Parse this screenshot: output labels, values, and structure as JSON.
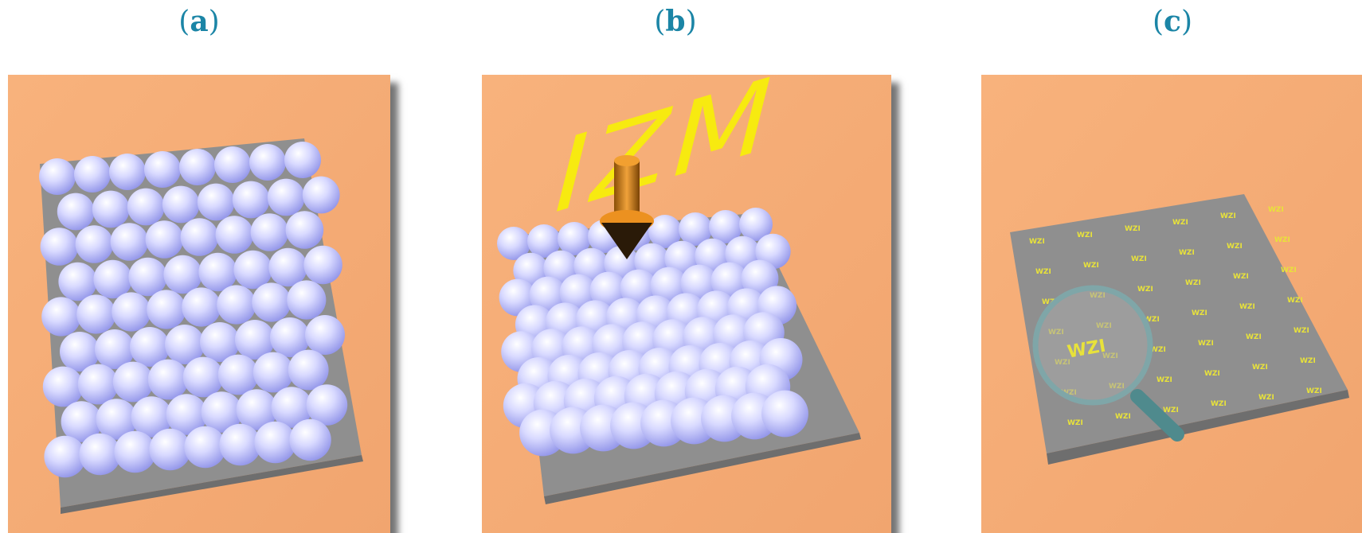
{
  "panels": [
    {
      "id": "a",
      "label_open": "(",
      "label_letter": "a",
      "label_close": ")"
    },
    {
      "id": "b",
      "label_open": "(",
      "label_letter": "b",
      "label_close": ")",
      "stamp_text": "IZM"
    },
    {
      "id": "c",
      "label_open": "(",
      "label_letter": "c",
      "label_close": ")",
      "marking_text": "WZI"
    }
  ],
  "colors": {
    "label": "#1b85a6",
    "background": "#f4ad78",
    "substrate": "#8f8f8f",
    "sphere": "#b9bcf8",
    "stamp_text": "#f7ea10",
    "stamp_tool": "#e98b18",
    "lens_frame": "#7fa6a8"
  }
}
